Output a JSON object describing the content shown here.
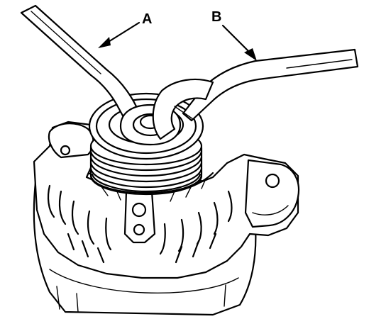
{
  "diagram": {
    "callouts": [
      {
        "id": "A",
        "label": "A"
      },
      {
        "id": "B",
        "label": "B"
      }
    ],
    "colors": {
      "line": "#000000",
      "background": "#ffffff"
    }
  }
}
